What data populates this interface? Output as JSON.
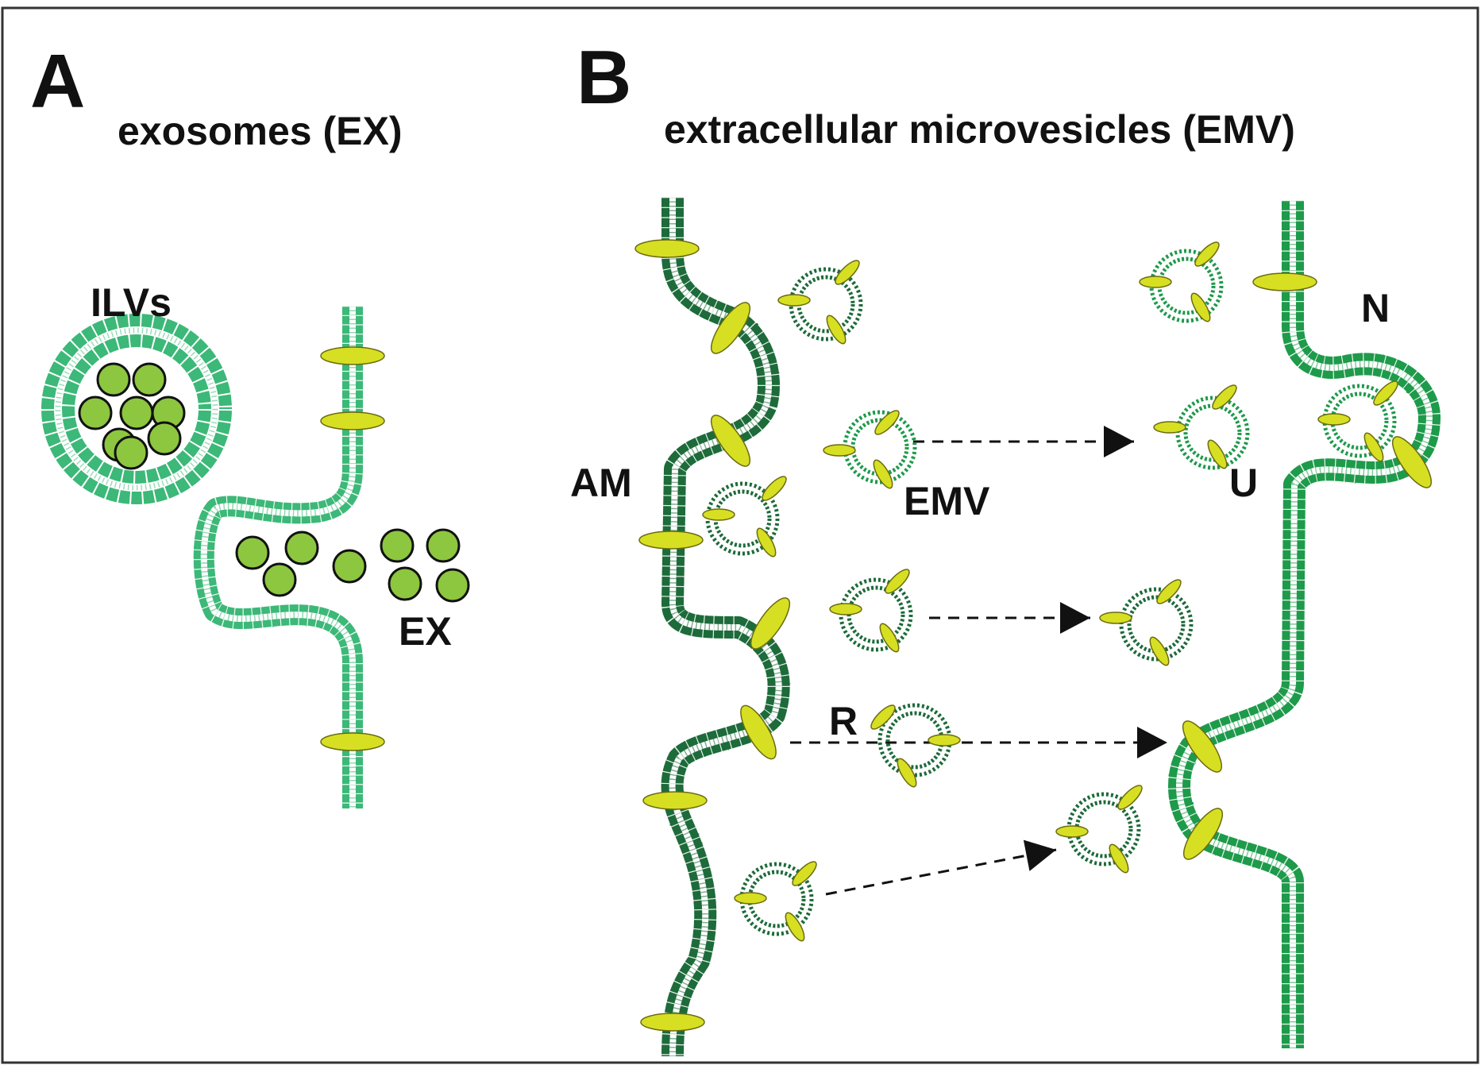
{
  "panels": {
    "a": {
      "letter": "A",
      "title": "exosomes (EX)"
    },
    "b": {
      "letter": "B",
      "title": "extracellular microvesicles (EMV)"
    }
  },
  "labels": {
    "ilvs": "ILVs",
    "ex": "EX",
    "am": "AM",
    "emv": "EMV",
    "u": "U",
    "n": "N",
    "r": "R"
  },
  "colors": {
    "border": "#333333",
    "membrane_light": "#3cb878",
    "membrane_dark": "#1d6b3a",
    "membrane_mid": "#1e9a4b",
    "protein": "#d7df23",
    "cargo": "#8dc63f",
    "arrow": "#111111"
  }
}
